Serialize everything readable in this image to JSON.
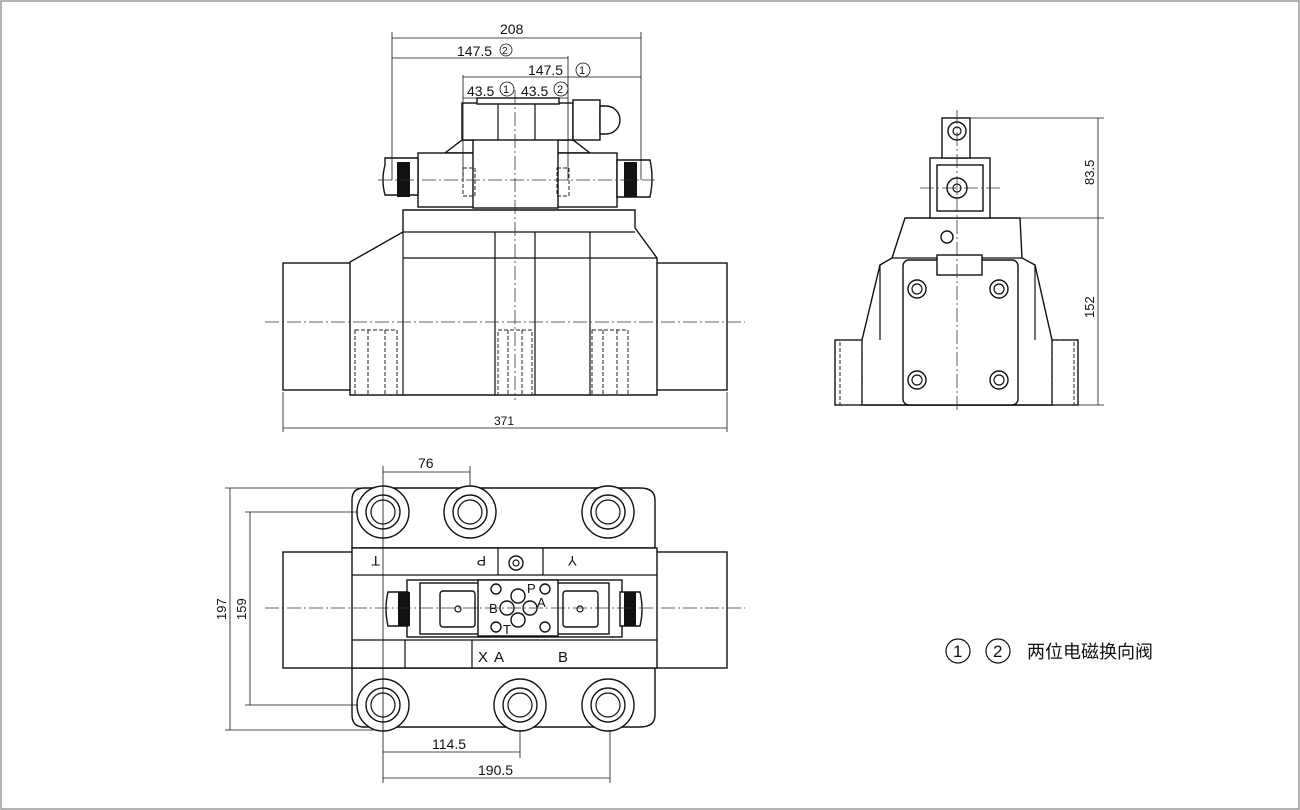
{
  "front_view": {
    "dim_overall_top": "208",
    "dim_147_5_a": "147.5",
    "dim_147_5_a_mark": "2",
    "dim_147_5_b": "147.5",
    "dim_147_5_b_mark": "1",
    "dim_43_5_a": "43.5",
    "dim_43_5_a_mark": "1",
    "dim_43_5_b": "43.5",
    "dim_43_5_b_mark": "2",
    "dim_length": "371"
  },
  "side_view": {
    "dim_upper": "83.5",
    "dim_lower": "152"
  },
  "bottom_view": {
    "dim_76": "76",
    "dim_197": "197",
    "dim_159": "159",
    "dim_114_5": "114.5",
    "dim_190_5": "190.5",
    "port_T": "T",
    "port_P": "P",
    "port_Y": "Y",
    "port_X": "X",
    "port_A": "A",
    "port_B": "B",
    "pilot_P": "P",
    "pilot_A": "A",
    "pilot_B": "B",
    "pilot_T": "T"
  },
  "legend": {
    "mark1": "1",
    "mark2": "2",
    "label": "两位电磁换向阀"
  }
}
